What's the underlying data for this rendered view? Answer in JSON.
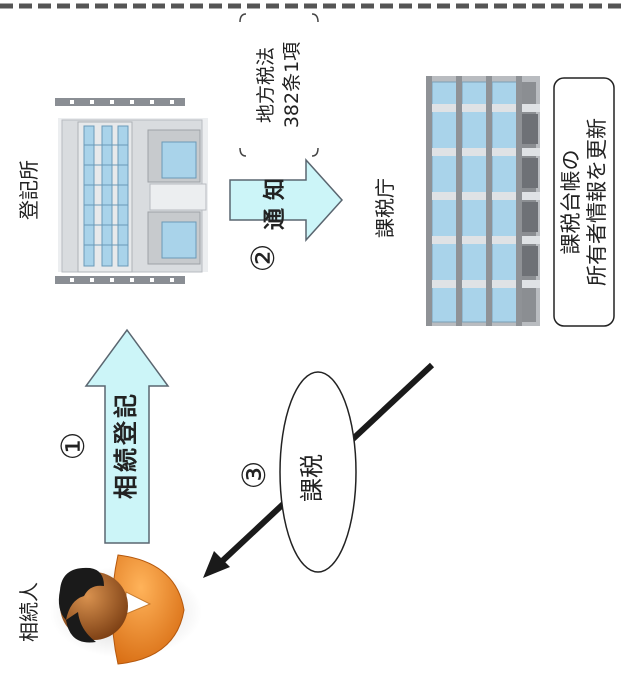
{
  "labels": {
    "registry": "登記所",
    "tax_office": "課税庁",
    "heir": "相続人",
    "law_line1": "地方税法",
    "law_line2": "382条1項",
    "notify": "通知",
    "inheritance_reg": "相続登記",
    "taxation": "課税",
    "ledger_line1": "課税台帳の",
    "ledger_line2": "所有者情報を更新"
  },
  "steps": {
    "step1": "①",
    "step2": "②",
    "step3": "③"
  },
  "colors": {
    "arrow_fill": "#ccf5f8",
    "building_gray": "#c9ccd1",
    "window_blue": "#a9d3ea",
    "person_orange": "#e8821e"
  }
}
